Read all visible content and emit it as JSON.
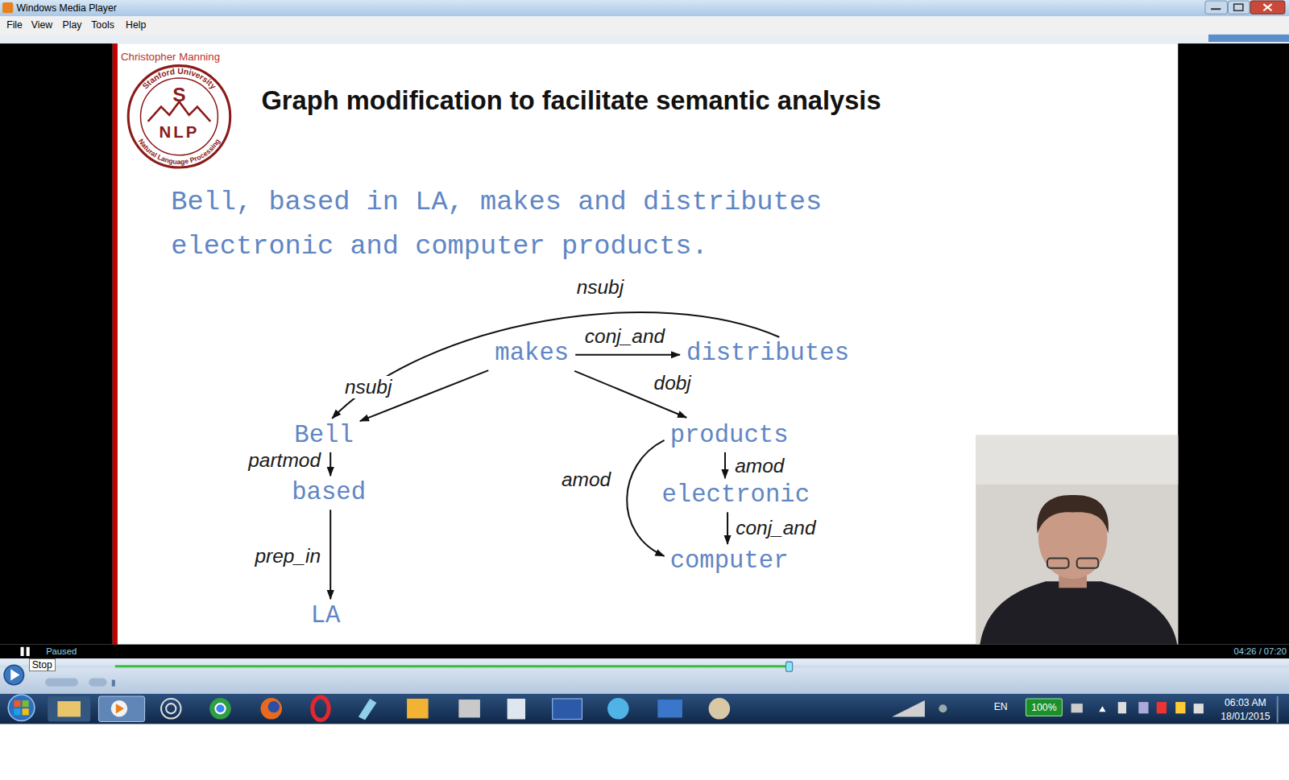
{
  "diagram": {
    "title": "Graph modification to facilitate semantic analysis",
    "nodes": [
      {
        "text": [
          "makes"
        ]
      },
      {
        "text": [
          "distributes"
        ]
      },
      {
        "text": [
          "Bell"
        ]
      },
      {
        "text": [
          "products"
        ]
      },
      {
        "text": [
          "based"
        ]
      },
      {
        "text": [
          "electronic"
        ]
      },
      {
        "text": [
          "computer"
        ]
      },
      {
        "text": [
          "LA"
        ]
      }
    ],
    "edges": [
      {
        "from": 1,
        "to": 2,
        "label": "nsubj",
        "arrow": "to"
      },
      {
        "from": 0,
        "to": 1,
        "label": "conj_and",
        "arrow": "to"
      },
      {
        "from": 0,
        "to": 2,
        "label": "nsubj",
        "arrow": "to"
      },
      {
        "from": 0,
        "to": 3,
        "label": "dobj",
        "arrow": "to"
      },
      {
        "from": 2,
        "to": 4,
        "label": "partmod",
        "arrow": "to"
      },
      {
        "from": 4,
        "to": 7,
        "label": "prep_in",
        "arrow": "to"
      },
      {
        "from": 3,
        "to": 5,
        "label": "amod",
        "arrow": "to"
      },
      {
        "from": 3,
        "to": 6,
        "label": "amod",
        "arrow": "to"
      },
      {
        "from": 5,
        "to": 6,
        "label": "conj_and",
        "arrow": "to"
      }
    ],
    "labels": [
      "Windows Media Player",
      "File",
      "View",
      "Play",
      "Tools",
      "Help",
      "Christopher Manning",
      "Stanford University",
      "S",
      "NLP",
      "Natural Language Processing",
      "Bell, based in LA, makes and distributes electronic and computer products.",
      "Paused",
      "Stop",
      "04:26 / 07:20",
      "EN",
      "100%",
      "06:03 AM",
      "18/01/2015"
    ]
  }
}
